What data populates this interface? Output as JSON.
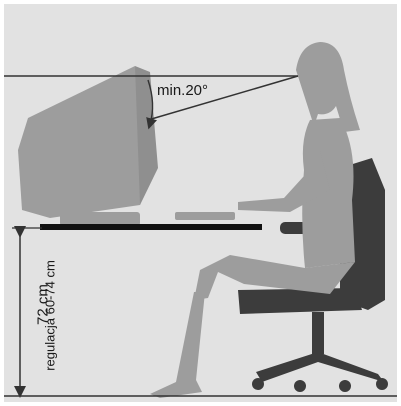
{
  "diagram": {
    "angle_label": "min.20°",
    "desk_height": "72 cm",
    "desk_height_range": "regulacja 60-74 cm"
  },
  "colors": {
    "background": "#e2e2e2",
    "silhouette": "#9d9d9d",
    "chair": "#3c3c3c",
    "desk": "#111111",
    "line": "#333333"
  }
}
